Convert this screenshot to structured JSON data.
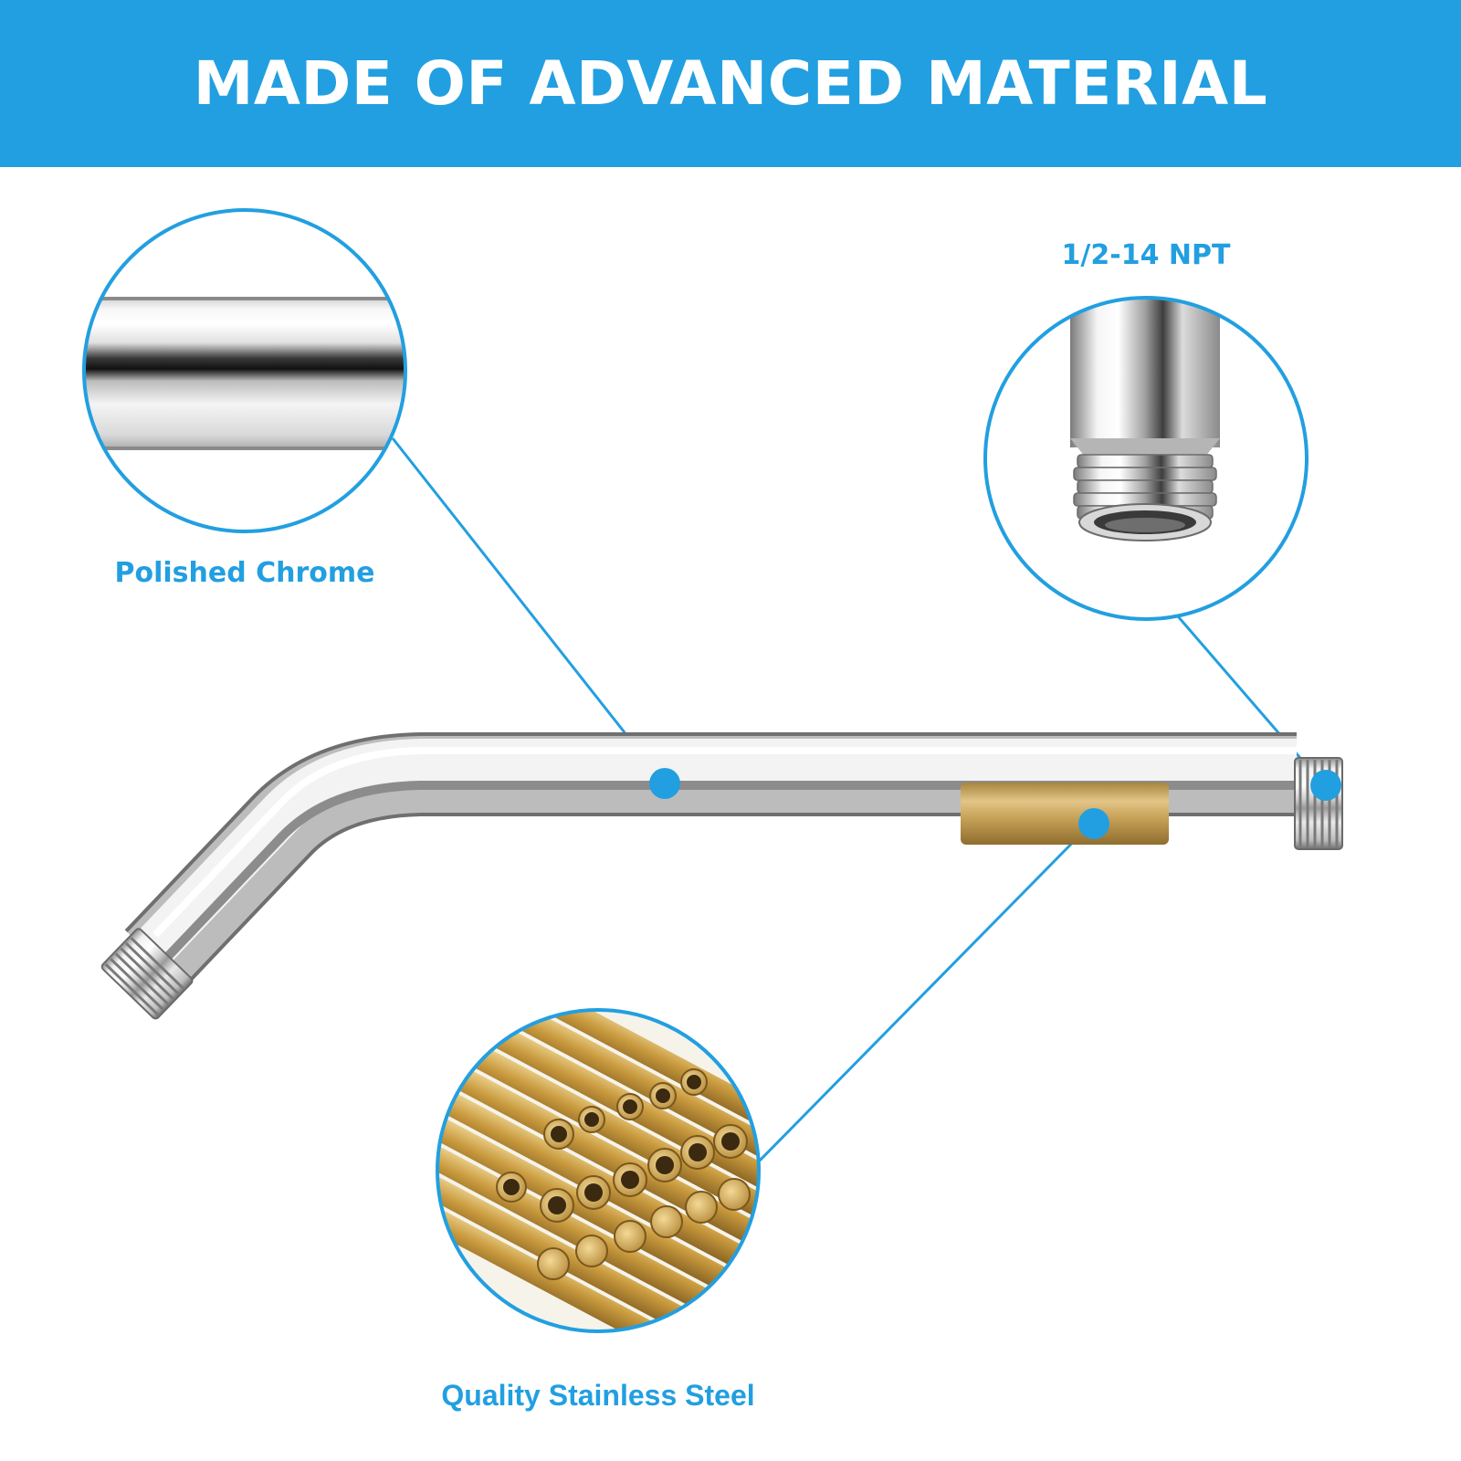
{
  "banner": {
    "title": "MADE OF ADVANCED MATERIAL"
  },
  "callouts": {
    "chrome": {
      "label": "Polished Chrome"
    },
    "thread": {
      "label": "1/2-14 NPT"
    },
    "steel": {
      "label": "Quality Stainless Steel"
    }
  },
  "colors": {
    "accent": "#229fe0",
    "chrome_light": "#f4f4f4",
    "chrome_dark": "#1a1a1a",
    "brass": "#c9a45a"
  },
  "icons": {
    "pipe": "shower-arm-pipe",
    "thread": "threaded-end",
    "rods": "brass-rods"
  }
}
